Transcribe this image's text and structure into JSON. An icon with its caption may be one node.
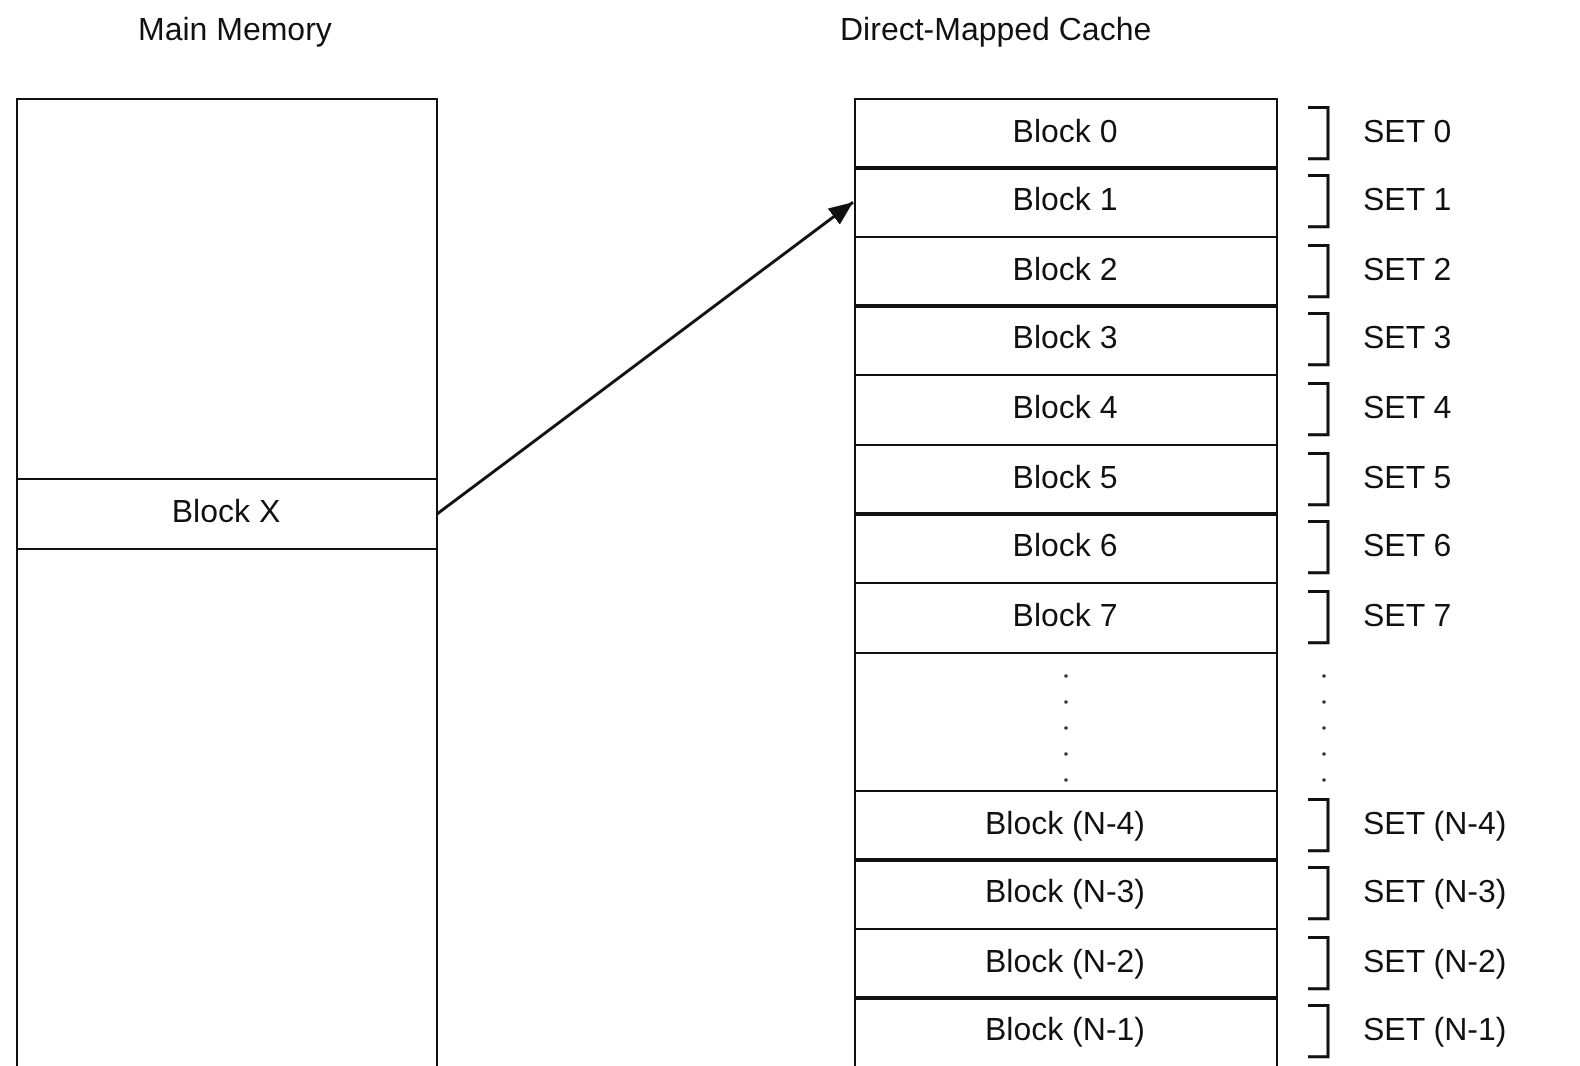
{
  "diagram": {
    "nodes": [
      {
        "text": [
          "Main Memory"
        ]
      },
      {
        "text": [
          "Block X"
        ],
        "in": 0
      },
      {
        "text": [
          "Direct-Mapped Cache"
        ]
      },
      {
        "text": [
          "Block 0"
        ],
        "in": 2,
        "beside": [
          "SET 0"
        ]
      },
      {
        "text": [
          "Block 1"
        ],
        "in": 2,
        "beside": [
          "SET 1"
        ]
      },
      {
        "text": [
          "Block 2"
        ],
        "in": 2,
        "beside": [
          "SET 2"
        ]
      },
      {
        "text": [
          "Block 3"
        ],
        "in": 2,
        "beside": [
          "SET 3"
        ]
      },
      {
        "text": [
          "Block 4"
        ],
        "in": 2,
        "beside": [
          "SET 4"
        ]
      },
      {
        "text": [
          "Block 5"
        ],
        "in": 2,
        "beside": [
          "SET 5"
        ]
      },
      {
        "text": [
          "Block 6"
        ],
        "in": 2,
        "beside": [
          "SET 6"
        ]
      },
      {
        "text": [
          "Block 7"
        ],
        "in": 2,
        "beside": [
          "SET 7"
        ]
      },
      {
        "text": [
          "Block (N-4)"
        ],
        "in": 2,
        "beside": [
          "SET (N-4)"
        ]
      },
      {
        "text": [
          "Block (N-3)"
        ],
        "in": 2,
        "beside": [
          "SET (N-3)"
        ]
      },
      {
        "text": [
          "Block (N-2)"
        ],
        "in": 2,
        "beside": [
          "SET (N-2)"
        ]
      },
      {
        "text": [
          "Block (N-1)"
        ],
        "in": 2,
        "beside": [
          "SET (N-1)"
        ]
      }
    ],
    "edges": [
      {
        "from": 1,
        "to": 4,
        "arrow": "to"
      }
    ]
  }
}
